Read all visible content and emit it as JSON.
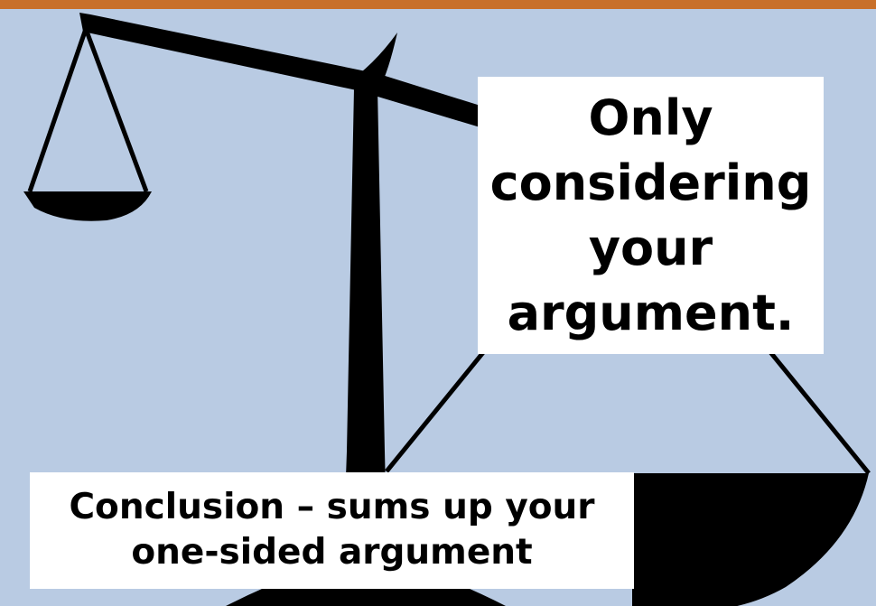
{
  "slide": {
    "heading_lines": [
      "Only",
      "considering",
      "your",
      "argument."
    ],
    "caption_lines": [
      "Conclusion – sums up your",
      "one-sided argument"
    ]
  },
  "colors": {
    "background": "#b9cbe3",
    "accent_bar": "#c8702a",
    "scale": "#000000",
    "text_box": "#ffffff"
  },
  "illustration": {
    "icon": "balance-scale-icon",
    "state": "tipped toward the right pan"
  }
}
